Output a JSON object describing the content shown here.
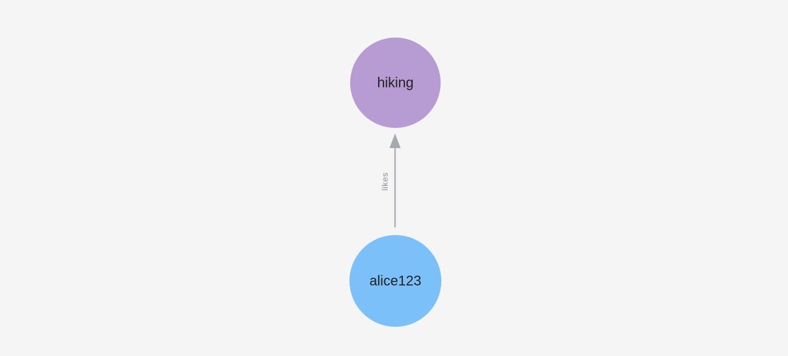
{
  "canvas": {
    "background": "#f5f5f6"
  },
  "graph": {
    "nodes": [
      {
        "id": "hiking",
        "label": "hiking",
        "color": "#b79cd4",
        "label_color": "#1f1f1f"
      },
      {
        "id": "alice123",
        "label": "alice123",
        "color": "#7cc0fa",
        "label_color": "#1f1f1f"
      }
    ],
    "edges": [
      {
        "from": "alice123",
        "to": "hiking",
        "label": "likes",
        "direction": "up",
        "color": "#a6a9af",
        "label_color": "#8d9097"
      }
    ]
  }
}
